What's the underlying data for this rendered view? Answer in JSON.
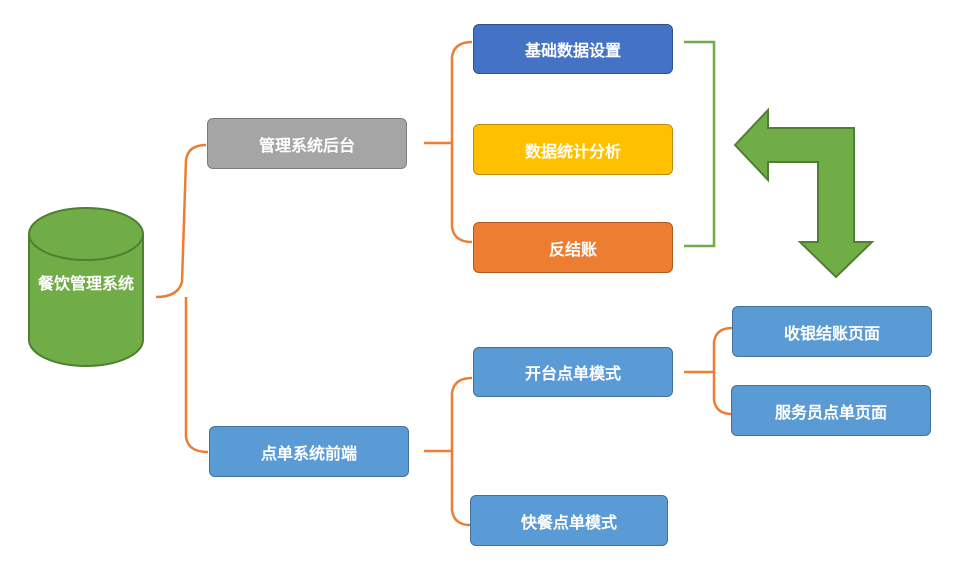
{
  "root": {
    "label": "餐饮管理系统",
    "color": "#70ad47"
  },
  "branches": [
    {
      "label": "管理系统后台",
      "color": "#a5a5a5",
      "children": [
        {
          "label": "基础数据设置",
          "color": "#4472c4"
        },
        {
          "label": "数据统计分析",
          "color": "#ffc000"
        },
        {
          "label": "反结账",
          "color": "#ed7d31"
        }
      ]
    },
    {
      "label": "点单系统前端",
      "color": "#5b9bd5",
      "children": [
        {
          "label": "开台点单模式",
          "color": "#5b9bd5",
          "children": [
            {
              "label": "收银结账页面",
              "color": "#5b9bd5"
            },
            {
              "label": "服务员点单页面",
              "color": "#5b9bd5"
            }
          ]
        },
        {
          "label": "快餐点单模式",
          "color": "#5b9bd5"
        }
      ]
    }
  ],
  "colors": {
    "connector": "#ed7d31",
    "bracket": "#70ad47",
    "arrow": "#70ad47",
    "arrow_stroke": "#507e32"
  },
  "icons": {
    "loop_arrow": "turn-arrow-icon"
  }
}
